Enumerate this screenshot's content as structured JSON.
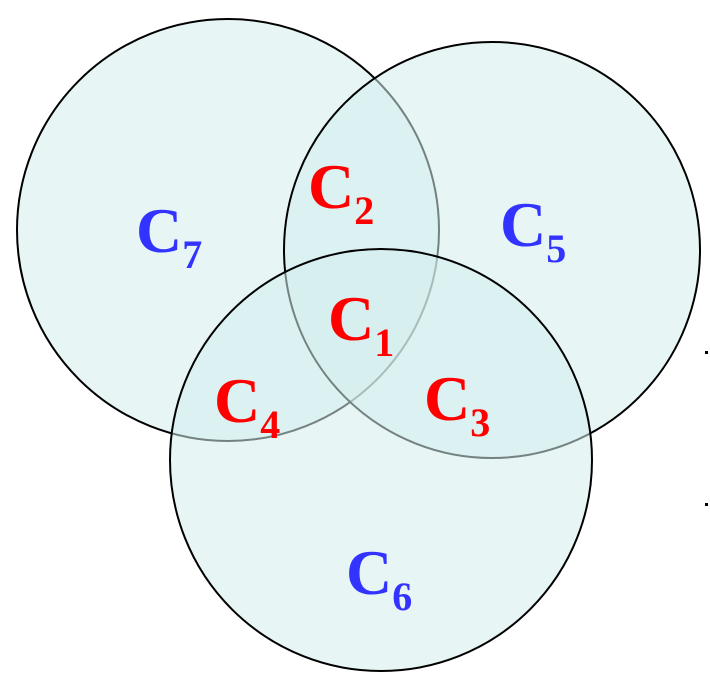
{
  "colors": {
    "circle_fill": "#d3ecec",
    "circle_stroke": "#000000",
    "label_blue": "#3333ff",
    "label_red": "#ff0000",
    "background": "#ffffff"
  },
  "circles": [
    {
      "name": "left-circle"
    },
    {
      "name": "right-circle"
    },
    {
      "name": "bottom-circle"
    }
  ],
  "regions": [
    {
      "name": "c7",
      "letter": "C",
      "subscript": "7",
      "color": "blue"
    },
    {
      "name": "c2",
      "letter": "C",
      "subscript": "2",
      "color": "red"
    },
    {
      "name": "c5",
      "letter": "C",
      "subscript": "5",
      "color": "blue"
    },
    {
      "name": "c1",
      "letter": "C",
      "subscript": "1",
      "color": "red"
    },
    {
      "name": "c4",
      "letter": "C",
      "subscript": "4",
      "color": "red"
    },
    {
      "name": "c3",
      "letter": "C",
      "subscript": "3",
      "color": "red"
    },
    {
      "name": "c6",
      "letter": "C",
      "subscript": "6",
      "color": "blue"
    }
  ]
}
